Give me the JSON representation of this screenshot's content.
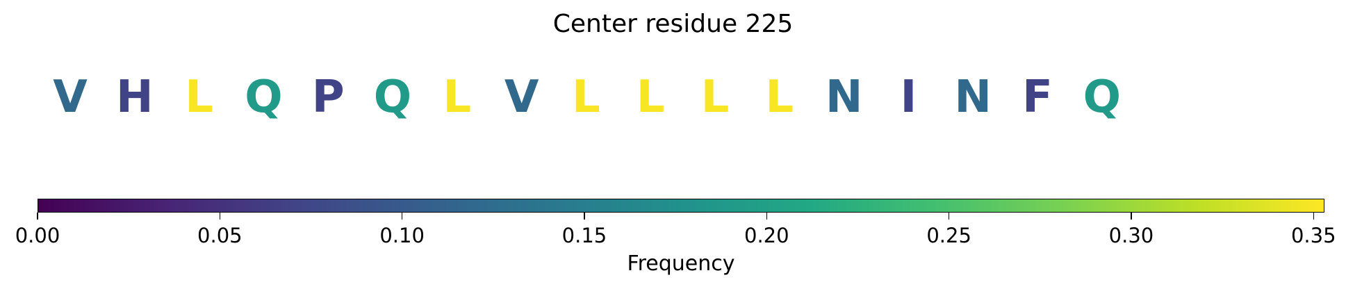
{
  "chart_data": {
    "type": "sequence-colored-text",
    "title": "Center residue 225",
    "residues": [
      {
        "letter": "V",
        "frequency": 0.12
      },
      {
        "letter": "H",
        "frequency": 0.07
      },
      {
        "letter": "L",
        "frequency": 0.35
      },
      {
        "letter": "Q",
        "frequency": 0.19
      },
      {
        "letter": "P",
        "frequency": 0.07
      },
      {
        "letter": "Q",
        "frequency": 0.19
      },
      {
        "letter": "L",
        "frequency": 0.35
      },
      {
        "letter": "V",
        "frequency": 0.12
      },
      {
        "letter": "L",
        "frequency": 0.35
      },
      {
        "letter": "L",
        "frequency": 0.35
      },
      {
        "letter": "L",
        "frequency": 0.35
      },
      {
        "letter": "L",
        "frequency": 0.35
      },
      {
        "letter": "N",
        "frequency": 0.12
      },
      {
        "letter": "I",
        "frequency": 0.07
      },
      {
        "letter": "N",
        "frequency": 0.12
      },
      {
        "letter": "F",
        "frequency": 0.07
      },
      {
        "letter": "Q",
        "frequency": 0.19
      }
    ],
    "colorbar": {
      "colormap": "viridis",
      "range": [
        0.0,
        0.353
      ],
      "ticks": [
        0.0,
        0.05,
        0.1,
        0.15,
        0.2,
        0.25,
        0.3,
        0.35
      ],
      "tick_labels": [
        "0.00",
        "0.05",
        "0.10",
        "0.15",
        "0.20",
        "0.25",
        "0.30",
        "0.35"
      ],
      "label": "Frequency",
      "orientation": "horizontal"
    }
  }
}
